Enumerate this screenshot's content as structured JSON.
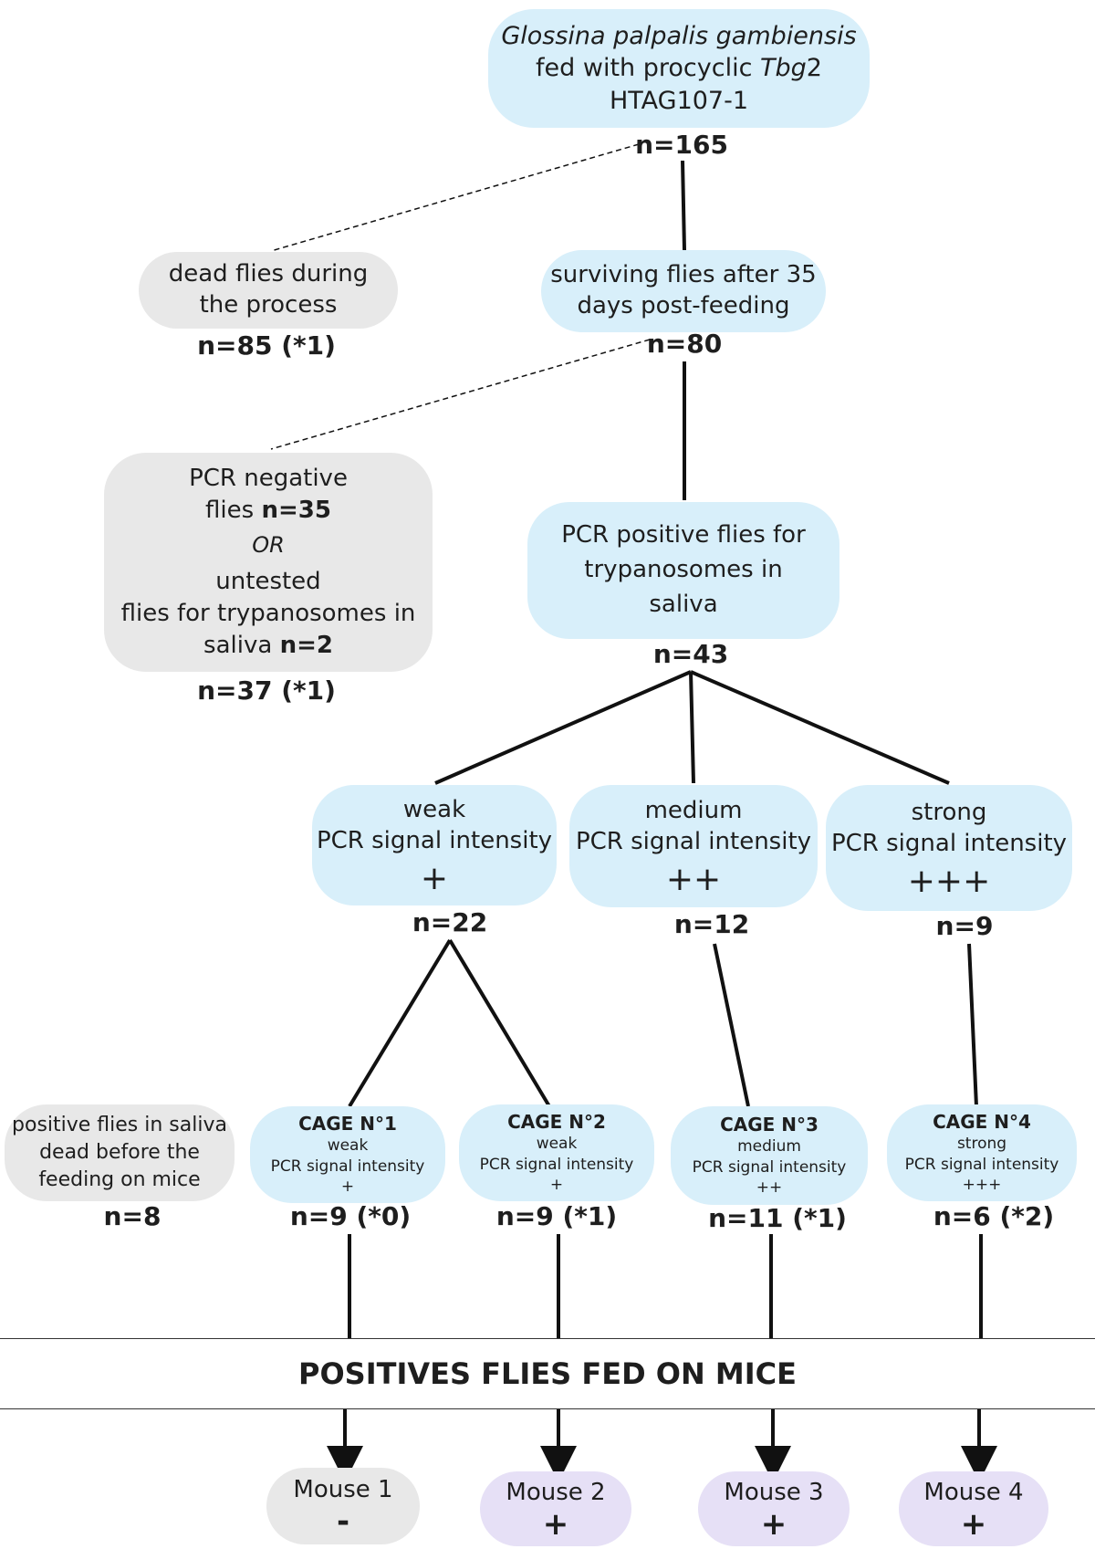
{
  "root": {
    "line1": "Glossina palpalis gambiensis",
    "line2a": "fed with procyclic ",
    "line2b": "Tbg",
    "line2c": "2",
    "line3": "HTAG107-1",
    "count": "n=165"
  },
  "dead": {
    "line1": "dead flies during",
    "line2": "the process",
    "count": "n=85 (*1)"
  },
  "surviving": {
    "line1": "surviving flies after 35",
    "line2": "days post-feeding",
    "count": "n=80"
  },
  "negative": {
    "line1": "PCR negative",
    "line2a": "flies ",
    "line2b": "n=35",
    "or": "OR",
    "line3": "untested",
    "line4": "flies for trypanosomes in",
    "line5a": "saliva ",
    "line5b": "n=2",
    "count": "n=37 (*1)"
  },
  "positive": {
    "line1": "PCR positive flies for",
    "line2": "trypanosomes in",
    "line3": "saliva",
    "count": "n=43"
  },
  "intensities": [
    {
      "level": "weak",
      "label": "PCR signal intensity",
      "symbol": "+",
      "count": "n=22"
    },
    {
      "level": "medium",
      "label": "PCR signal intensity",
      "symbol": "++",
      "count": "n=12"
    },
    {
      "level": "strong",
      "label": "PCR signal intensity",
      "symbol": "+++",
      "count": "n=9"
    }
  ],
  "dead_before": {
    "line1": "positive flies in saliva",
    "line2": "dead before the",
    "line3": "feeding on mice",
    "count": "n=8"
  },
  "cages": [
    {
      "title": "CAGE N°1",
      "level": "weak",
      "label": "PCR signal intensity",
      "symbol": "+",
      "count": "n=9 (*0)"
    },
    {
      "title": "CAGE N°2",
      "level": "weak",
      "label": "PCR signal intensity",
      "symbol": "+",
      "count": "n=9 (*1)"
    },
    {
      "title": "CAGE N°3",
      "level": "medium",
      "label": "PCR signal intensity",
      "symbol": "++",
      "count": "n=11 (*1)"
    },
    {
      "title": "CAGE N°4",
      "level": "strong",
      "label": "PCR signal intensity",
      "symbol": "+++",
      "count": "n=6 (*2)"
    }
  ],
  "banner": "POSITIVES FLIES FED ON MICE",
  "mice": [
    {
      "label": "Mouse 1",
      "result": "-"
    },
    {
      "label": "Mouse 2",
      "result": "+"
    },
    {
      "label": "Mouse 3",
      "result": "+"
    },
    {
      "label": "Mouse 4",
      "result": "+"
    }
  ],
  "colors": {
    "blue_box": "#d8effa",
    "grey_box": "#e8e8e8",
    "purple_box": "#e6e0f6",
    "line": "#111111"
  }
}
